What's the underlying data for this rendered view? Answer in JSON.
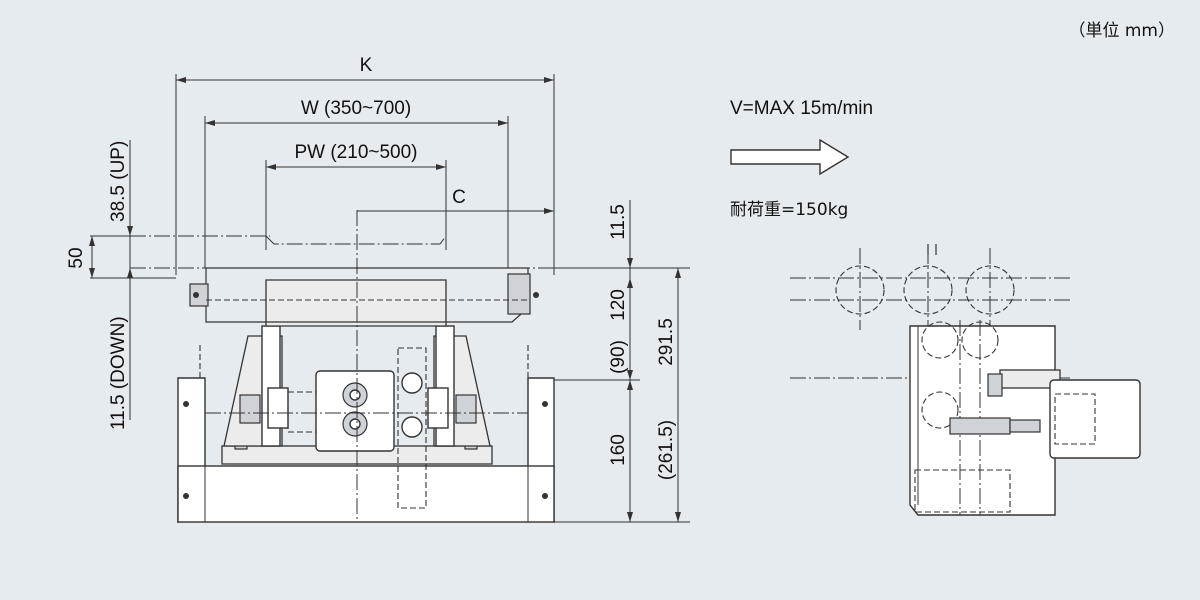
{
  "units_note": "（単位 mm）",
  "speed": "V=MAX 15m/min",
  "load": "耐荷重=150kg",
  "dimensions": {
    "k": "K",
    "w": "W (350~700)",
    "pw": "PW (210~500)",
    "c": "C",
    "up": "38.5 (UP)",
    "stroke": "50",
    "down": "11.5 (DOWN)",
    "right_11_5": "11.5",
    "h120": "120",
    "h90": "(90)",
    "h291_5": "291.5",
    "h160": "160",
    "h261_5": "(261.5)"
  },
  "icons": {
    "direction": "direction-arrow-icon"
  }
}
